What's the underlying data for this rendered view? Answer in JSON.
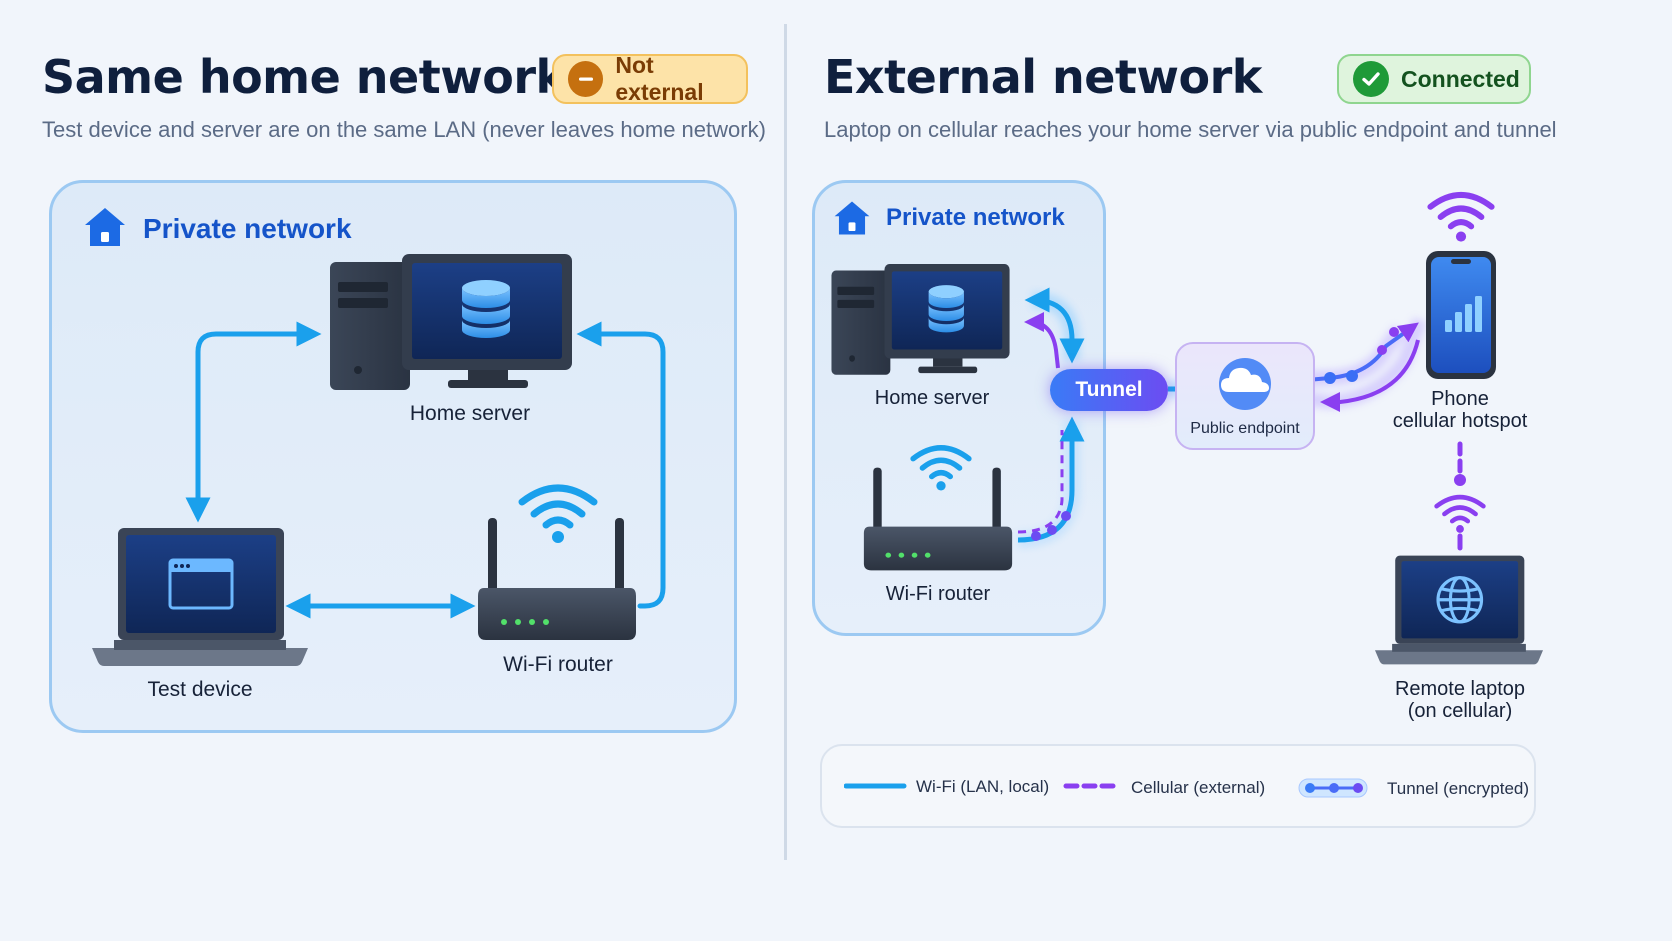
{
  "left": {
    "title": "Same home network",
    "badge": "Not external",
    "subtitle": "Test device and server are on the same LAN (never leaves home network)",
    "panel_label": "Private network",
    "devices": {
      "server": "Home server",
      "laptop": "Test device",
      "router": "Wi-Fi router"
    }
  },
  "right": {
    "title": "External network",
    "badge": "Connected",
    "subtitle": "Laptop on cellular reaches your home server via public endpoint and tunnel",
    "panel_label": "Private network",
    "devices": {
      "server": "Home server",
      "router": "Wi-Fi router",
      "tunnel": "Tunnel",
      "endpoint": "Public endpoint",
      "phone_line1": "Phone",
      "phone_line2": "cellular hotspot",
      "laptop_line1": "Remote laptop",
      "laptop_line2": "(on cellular)"
    }
  },
  "legend": {
    "wifi": "Wi-Fi (LAN, local)",
    "cellular": "Cellular (external)",
    "tunnel": "Tunnel (encrypted)"
  },
  "colors": {
    "wifi": "#1aa0ec",
    "cellular": "#8a3ff0",
    "tunnel": "#4a6cf7",
    "title": "#0f1f3d",
    "accent": "#1554c9"
  },
  "icons": [
    "house-icon",
    "database-icon",
    "browser-window-icon",
    "wifi-icon",
    "cloud-icon",
    "signal-bars-icon",
    "globe-icon",
    "minus-icon",
    "checkmark-icon"
  ]
}
